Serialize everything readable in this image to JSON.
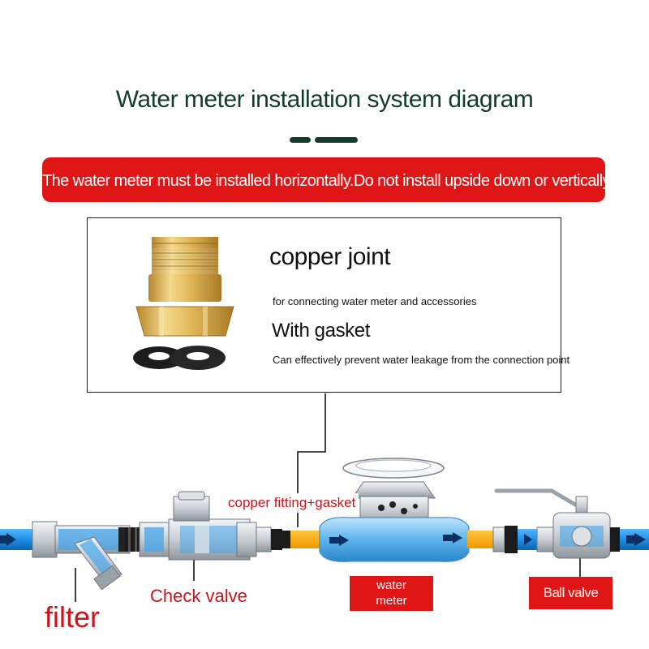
{
  "title": "Water meter installation system diagram",
  "warning": "The water meter must be installed horizontally.Do not install upside down or vertically",
  "copper_joint": {
    "heading": "copper joint",
    "description": "for connecting water meter and accessories",
    "gasket_heading": "With gasket",
    "gasket_description": "Can effectively prevent water leakage from the connection point"
  },
  "labels": {
    "fitting": "copper fitting+gasket",
    "check_valve": "Check valve",
    "filter": "filter",
    "water_meter_line1": "water",
    "water_meter_line2": "meter",
    "ball_valve": "Ball valve"
  },
  "colors": {
    "title": "#133d2a",
    "accent_red": "#e01616",
    "label_red": "#c8141a",
    "pipe_blue": "#1f8fe6",
    "brass": "#f5a81e"
  },
  "icons": [
    "brass-joint-icon",
    "rubber-gasket-icon",
    "flow-arrow-icon",
    "y-filter-icon",
    "check-valve-icon",
    "water-meter-icon",
    "ball-valve-icon"
  ]
}
